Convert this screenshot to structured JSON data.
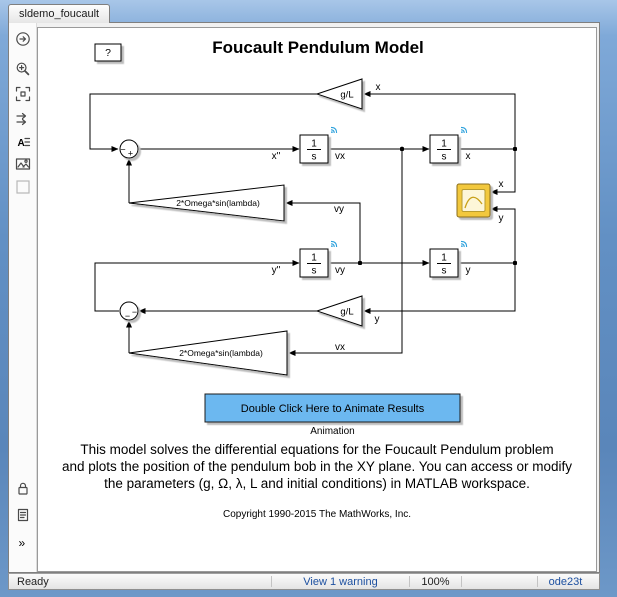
{
  "window": {
    "tab": "sldemo_foucault"
  },
  "toolbar": {
    "annotation_glyph": "A",
    "overflow_glyph": "»"
  },
  "diagram": {
    "title": "Foucault Pendulum Model",
    "help": "?",
    "gain_gl": "g/L",
    "gain_coriolis": "2*Omega*sin(lambda)",
    "integrator": {
      "num": "1",
      "den": "s"
    },
    "sum1": {
      "left": "−",
      "bottom": "+"
    },
    "sum2": {
      "right": "−",
      "bottom": "−"
    },
    "labels": {
      "xdd": "x''",
      "ydd": "y''",
      "vx": "vx",
      "vy": "vy",
      "x": "x",
      "y": "y"
    },
    "button": {
      "label": "Double Click Here to Animate Results",
      "caption": "Animation"
    },
    "description": [
      "This model solves the differential equations for the Foucault Pendulum problem",
      "and plots the position of the pendulum bob in the XY plane. You can access or modify",
      "the parameters (g, Ω, λ, L and initial conditions) in MATLAB workspace."
    ],
    "copyright": "Copyright 1990-2015 The MathWorks, Inc."
  },
  "status": {
    "ready": "Ready",
    "warning": "View 1 warning",
    "zoom": "100%",
    "solver": "ode23t"
  },
  "colors": {
    "button_fill": "#6cb8f0",
    "scope_yellow": "#f2c83c",
    "badge_blue": "#2aa0dc",
    "link_blue": "#1d50a0"
  }
}
